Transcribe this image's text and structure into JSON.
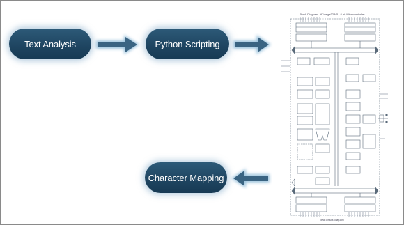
{
  "steps": {
    "text_analysis": "Text Analysis",
    "python_scripting": "Python Scripting",
    "character_mapping": "Character Mapping"
  },
  "block_diagram": {
    "title": "Block Diagram - ATmega328/P - 8-bit Microcontroller",
    "footer": "www.CircuitsToday.com"
  },
  "colors": {
    "pill": "#1e4460",
    "arrow": "#3a6482",
    "glow": "#9cc3dd"
  }
}
